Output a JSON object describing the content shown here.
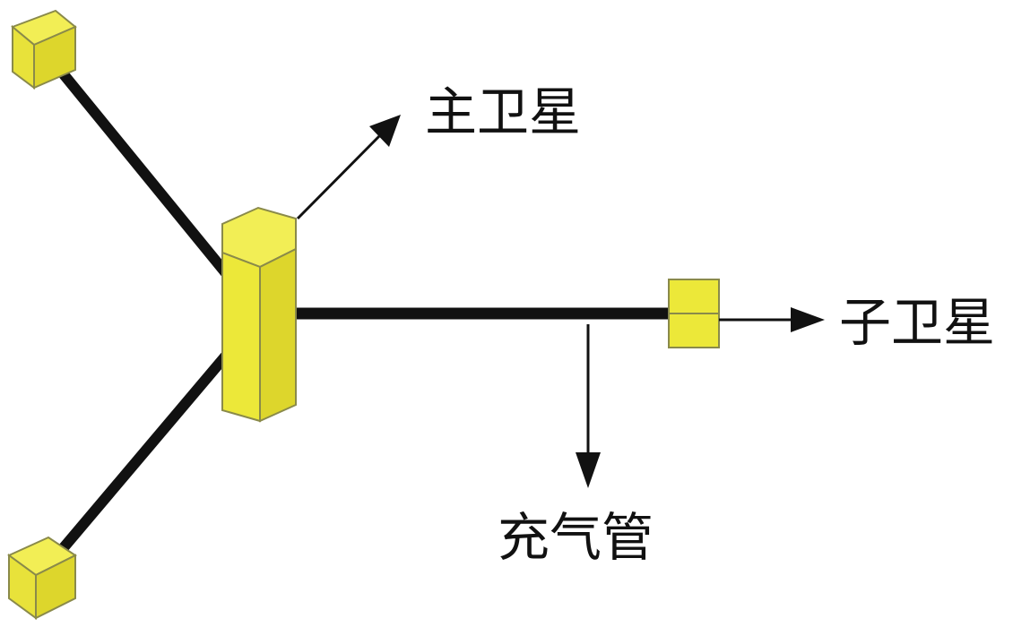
{
  "labels": {
    "main_satellite": "主卫星",
    "sub_satellite": "子卫星",
    "inflation_tube": "充气管"
  },
  "colors": {
    "satellite_fill": "#ECE839",
    "satellite_side": "#D9D32A",
    "satellite_stroke": "#8A8A4A",
    "tether": "#111111",
    "arrow": "#111111",
    "background": "#FFFFFF"
  }
}
